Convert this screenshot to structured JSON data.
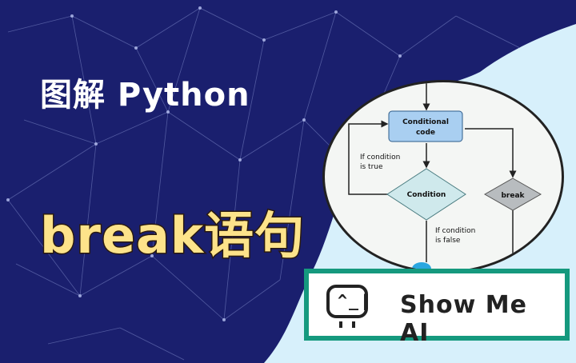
{
  "title": {
    "chinese": "图解 Python",
    "main": "break语句"
  },
  "flowchart": {
    "conditional_code_line1": "Conditional",
    "conditional_code_line2": "code",
    "if_true_line1": "If condition",
    "if_true_line2": "is true",
    "condition": "Condition",
    "break": "break",
    "if_false_line1": "If condition",
    "if_false_line2": "is false"
  },
  "logo": {
    "icon_glyph": "^_|",
    "text": "Show Me AI"
  },
  "colors": {
    "background": "#1a1f6e",
    "light_panel": "#d7f0fb",
    "title_yellow": "#fde38a",
    "logo_border": "#15997e",
    "condition_fill": "#cfe9ec",
    "code_fill": "#a9cff1"
  }
}
